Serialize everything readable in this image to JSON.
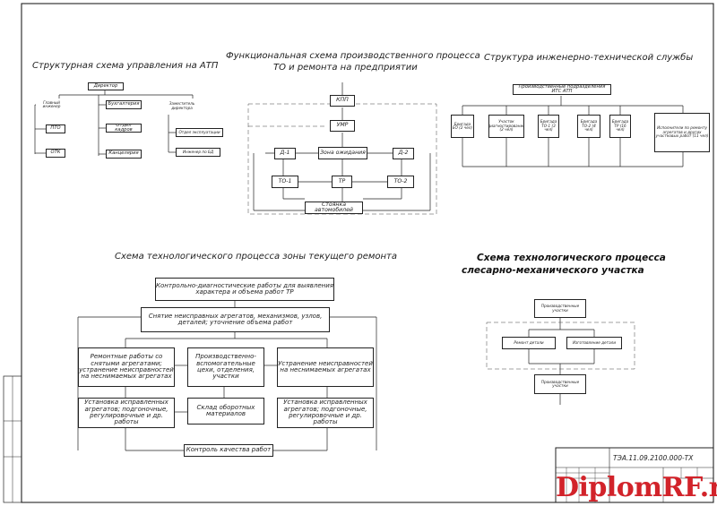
{
  "management": {
    "title": "Структурная схема управления на АТП",
    "director": "Директор",
    "chief_engineer": "Главный инженер",
    "pto": "ПТО",
    "otk": "ОТК",
    "accounting": "Бухгалтерия",
    "hr": "Отдел кадров",
    "office": "Канцелярия",
    "deputy": "Заместитель директора",
    "operations": "Отдел эксплуатации",
    "safety_engineer": "Инженер по БД"
  },
  "functional": {
    "title_line1": "Функциональная схема производственного процесса",
    "title_line2": "ТО и ремонта на предприятии",
    "kpp": "КПП",
    "umr": "УМР",
    "d1": "Д-1",
    "wait_zone": "Зона ожидания",
    "d2": "Д-2",
    "to1": "ТО-1",
    "tr": "ТР",
    "to2": "ТО-2",
    "parking": "Стоянка автомобилей"
  },
  "engineering": {
    "title": "Структура инженерно-технической службы",
    "top": "Производственные подразделения ИТС АТП",
    "units": [
      "Бригада ЕО (2 чел)",
      "Участок диагностирования (2 чел)",
      "Бригада ТО-1 (3 чел)",
      "Бригада ТО-2 (4 чел)",
      "Бригада ТР (16 чел)",
      "Исполнители по ремонту агрегатов и других участковых работ (11 чел)"
    ]
  },
  "current_repair": {
    "title": "Схема технологического процесса зоны текущего ремонта",
    "b1": "Контрольно-диагностические работы для выявления характера и объема работ ТР",
    "b2": "Снятие неисправных агрегатов, механизмов, узлов, деталей; уточнение объема работ",
    "b3": "Ремонтные работы со снятыми агрегатами; устранение неисправностей на неснимаемых агрегатах",
    "b4": "Производственно-вспомогательные цехи, отделения, участки",
    "b5": "Устранение неисправностей на неснимаемых агрегатах",
    "b6": "Установка исправленных агрегатов; подгоночные, регулировочные и др. работы",
    "b7": "Склад оборотных материалов",
    "b8": "Установка исправленных агрегатов; подгоночные, регулировочные и др. работы",
    "b9": "Контроль качества работ"
  },
  "metalwork": {
    "title_line1": "Схема технологического процесса",
    "title_line2": "слесарно-механического участка",
    "in": "Производственные участки",
    "repair": "Ремонт детали",
    "make": "Изготовление детали",
    "out": "Производственные участки"
  },
  "title_block": {
    "code": "ТЭА.11.09.2100.000-ТХ"
  },
  "watermark": "DiplomRF.ru",
  "colors": {
    "watermark": "#d2232a",
    "line": "#222222"
  }
}
